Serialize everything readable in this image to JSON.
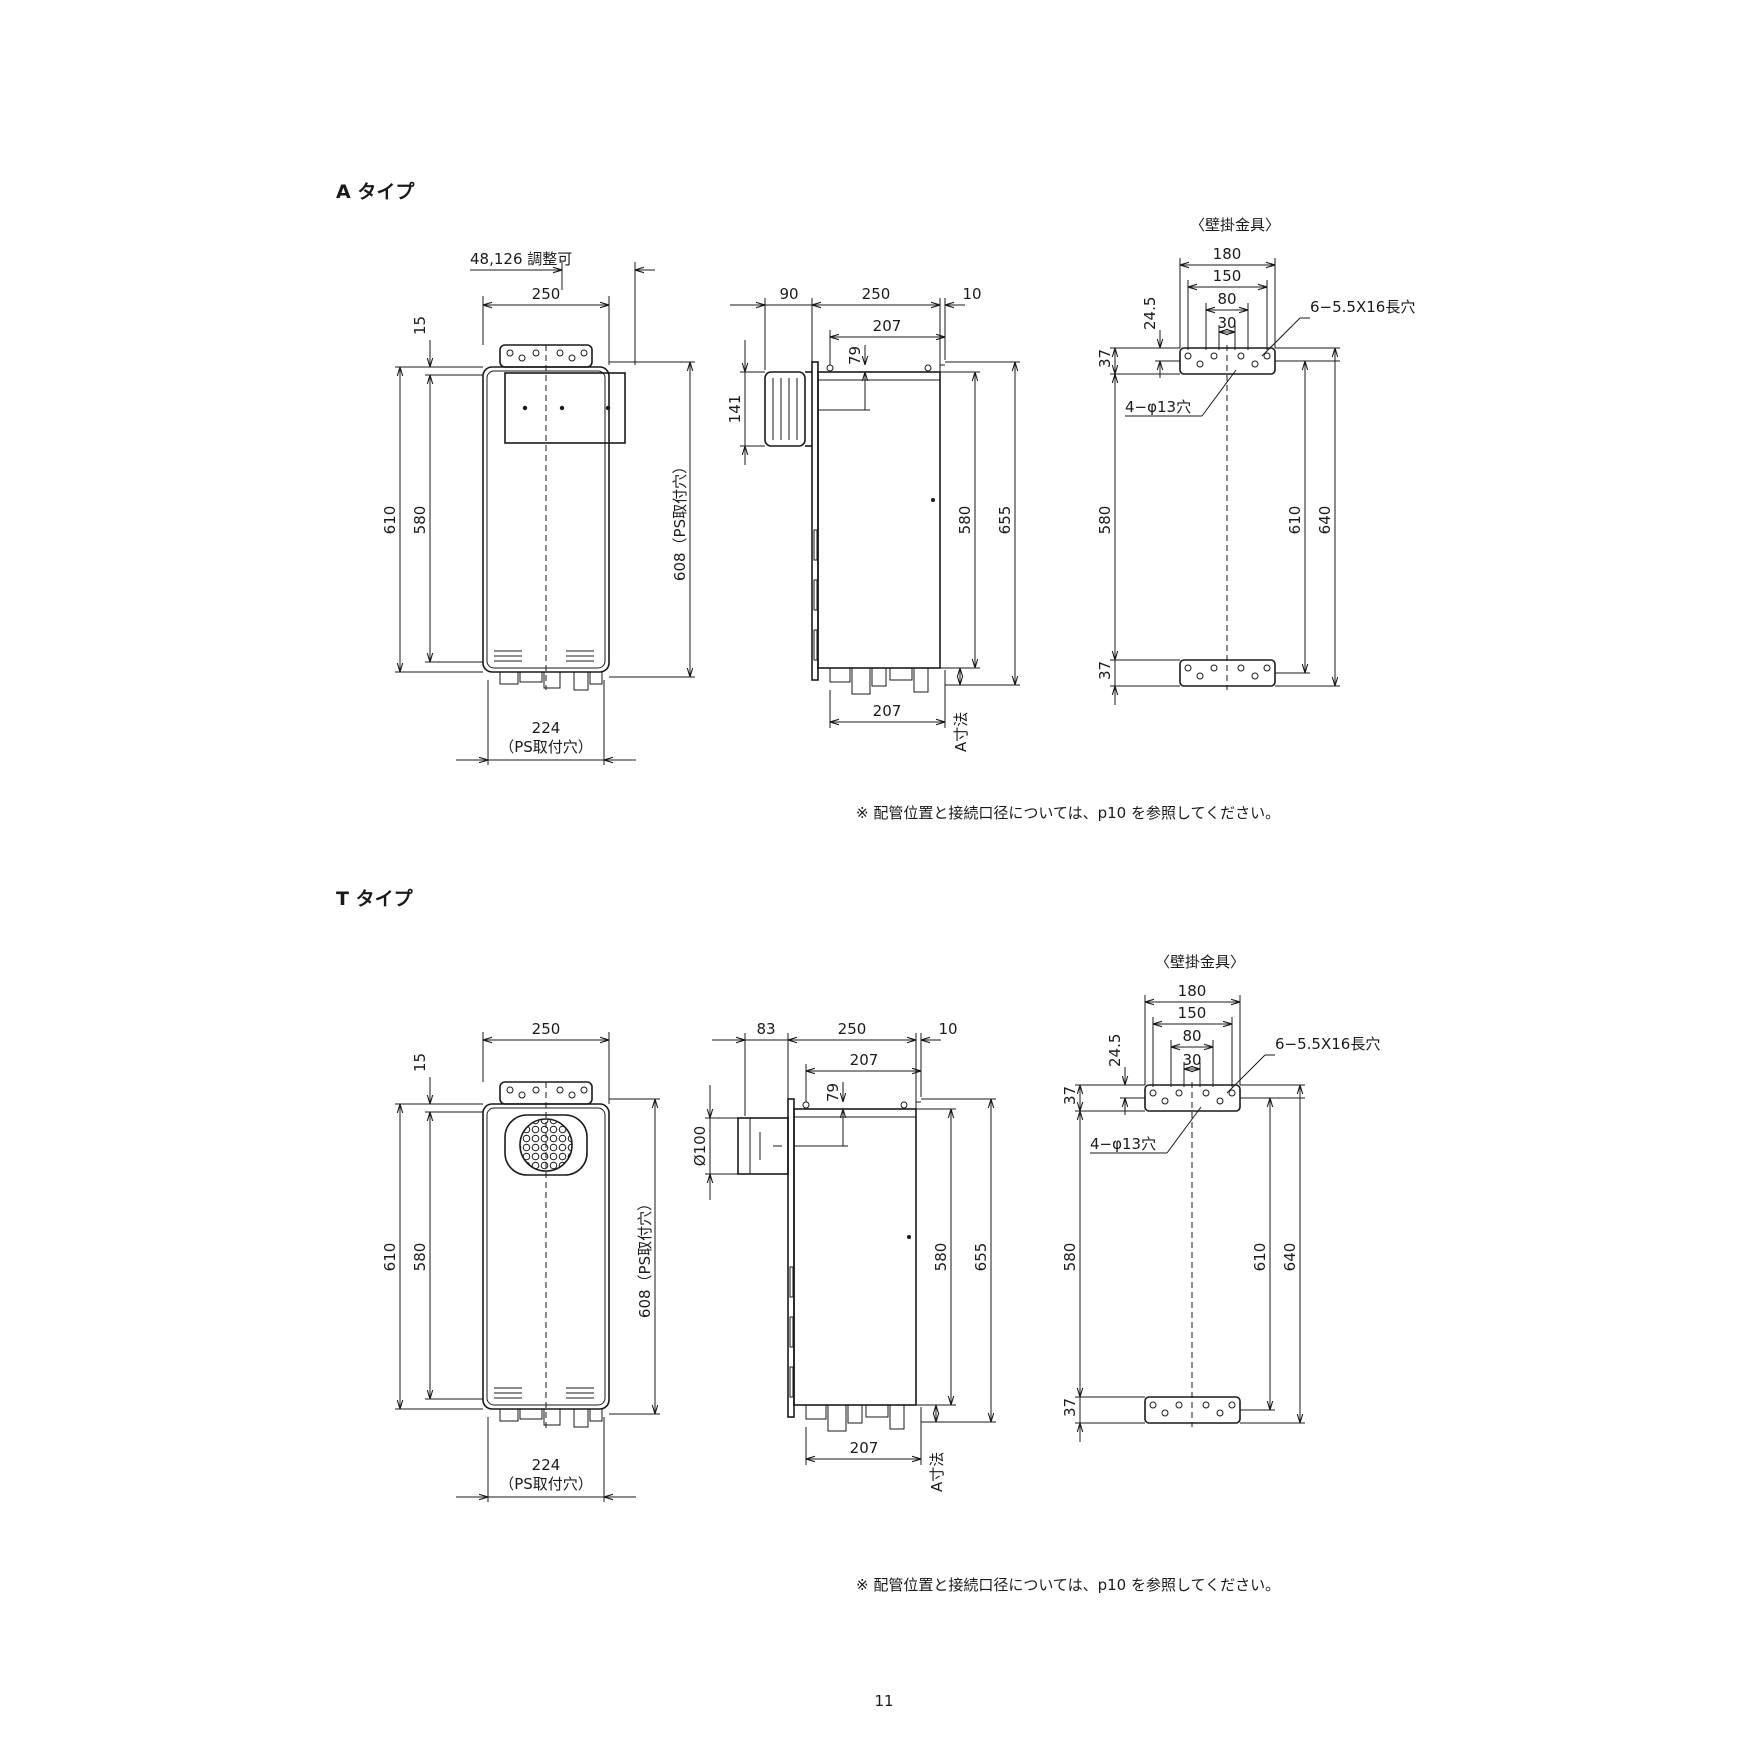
{
  "sections": {
    "a": {
      "title": "A タイプ",
      "front": {
        "dim_top": "48,126 調整可",
        "dim_width": "250",
        "dim_15": "15",
        "dim_610": "610",
        "dim_580": "580",
        "dim_608": "608（PS取付穴）",
        "dim_224": "224",
        "dim_ps": "（PS取付穴）"
      },
      "side": {
        "dim_90": "90",
        "dim_250": "250",
        "dim_10": "10",
        "dim_207_top": "207",
        "dim_79": "79",
        "dim_141": "141",
        "dim_580": "580",
        "dim_655": "655",
        "dim_207_bot": "207",
        "dim_a": "A寸法"
      },
      "bracket": {
        "title": "〈壁掛金具〉",
        "dim_180": "180",
        "dim_150": "150",
        "dim_80": "80",
        "dim_30": "30",
        "dim_245": "24.5",
        "dim_37_top": "37",
        "dim_37_bot": "37",
        "slot_label": "6−5.5X16長穴",
        "hole_label": "4−φ13穴",
        "dim_580": "580",
        "dim_610": "610",
        "dim_640": "640"
      },
      "note": "※ 配管位置と接続口径については、p10 を参照してください。"
    },
    "t": {
      "title": "T タイプ",
      "front": {
        "dim_width": "250",
        "dim_15": "15",
        "dim_610": "610",
        "dim_580": "580",
        "dim_608": "608（PS取付穴）",
        "dim_224": "224",
        "dim_ps": "（PS取付穴）"
      },
      "side": {
        "dim_83": "83",
        "dim_250": "250",
        "dim_10": "10",
        "dim_207_top": "207",
        "dim_79": "79",
        "dim_100": "Ø100",
        "dim_580": "580",
        "dim_655": "655",
        "dim_207_bot": "207",
        "dim_a": "A寸法"
      },
      "bracket": {
        "title": "〈壁掛金具〉",
        "dim_180": "180",
        "dim_150": "150",
        "dim_80": "80",
        "dim_30": "30",
        "dim_245": "24.5",
        "dim_37_top": "37",
        "dim_37_bot": "37",
        "slot_label": "6−5.5X16長穴",
        "hole_label": "4−φ13穴",
        "dim_580": "580",
        "dim_610": "610",
        "dim_640": "640"
      },
      "note": "※ 配管位置と接続口径については、p10 を参照してください。"
    }
  },
  "page_number": "11"
}
